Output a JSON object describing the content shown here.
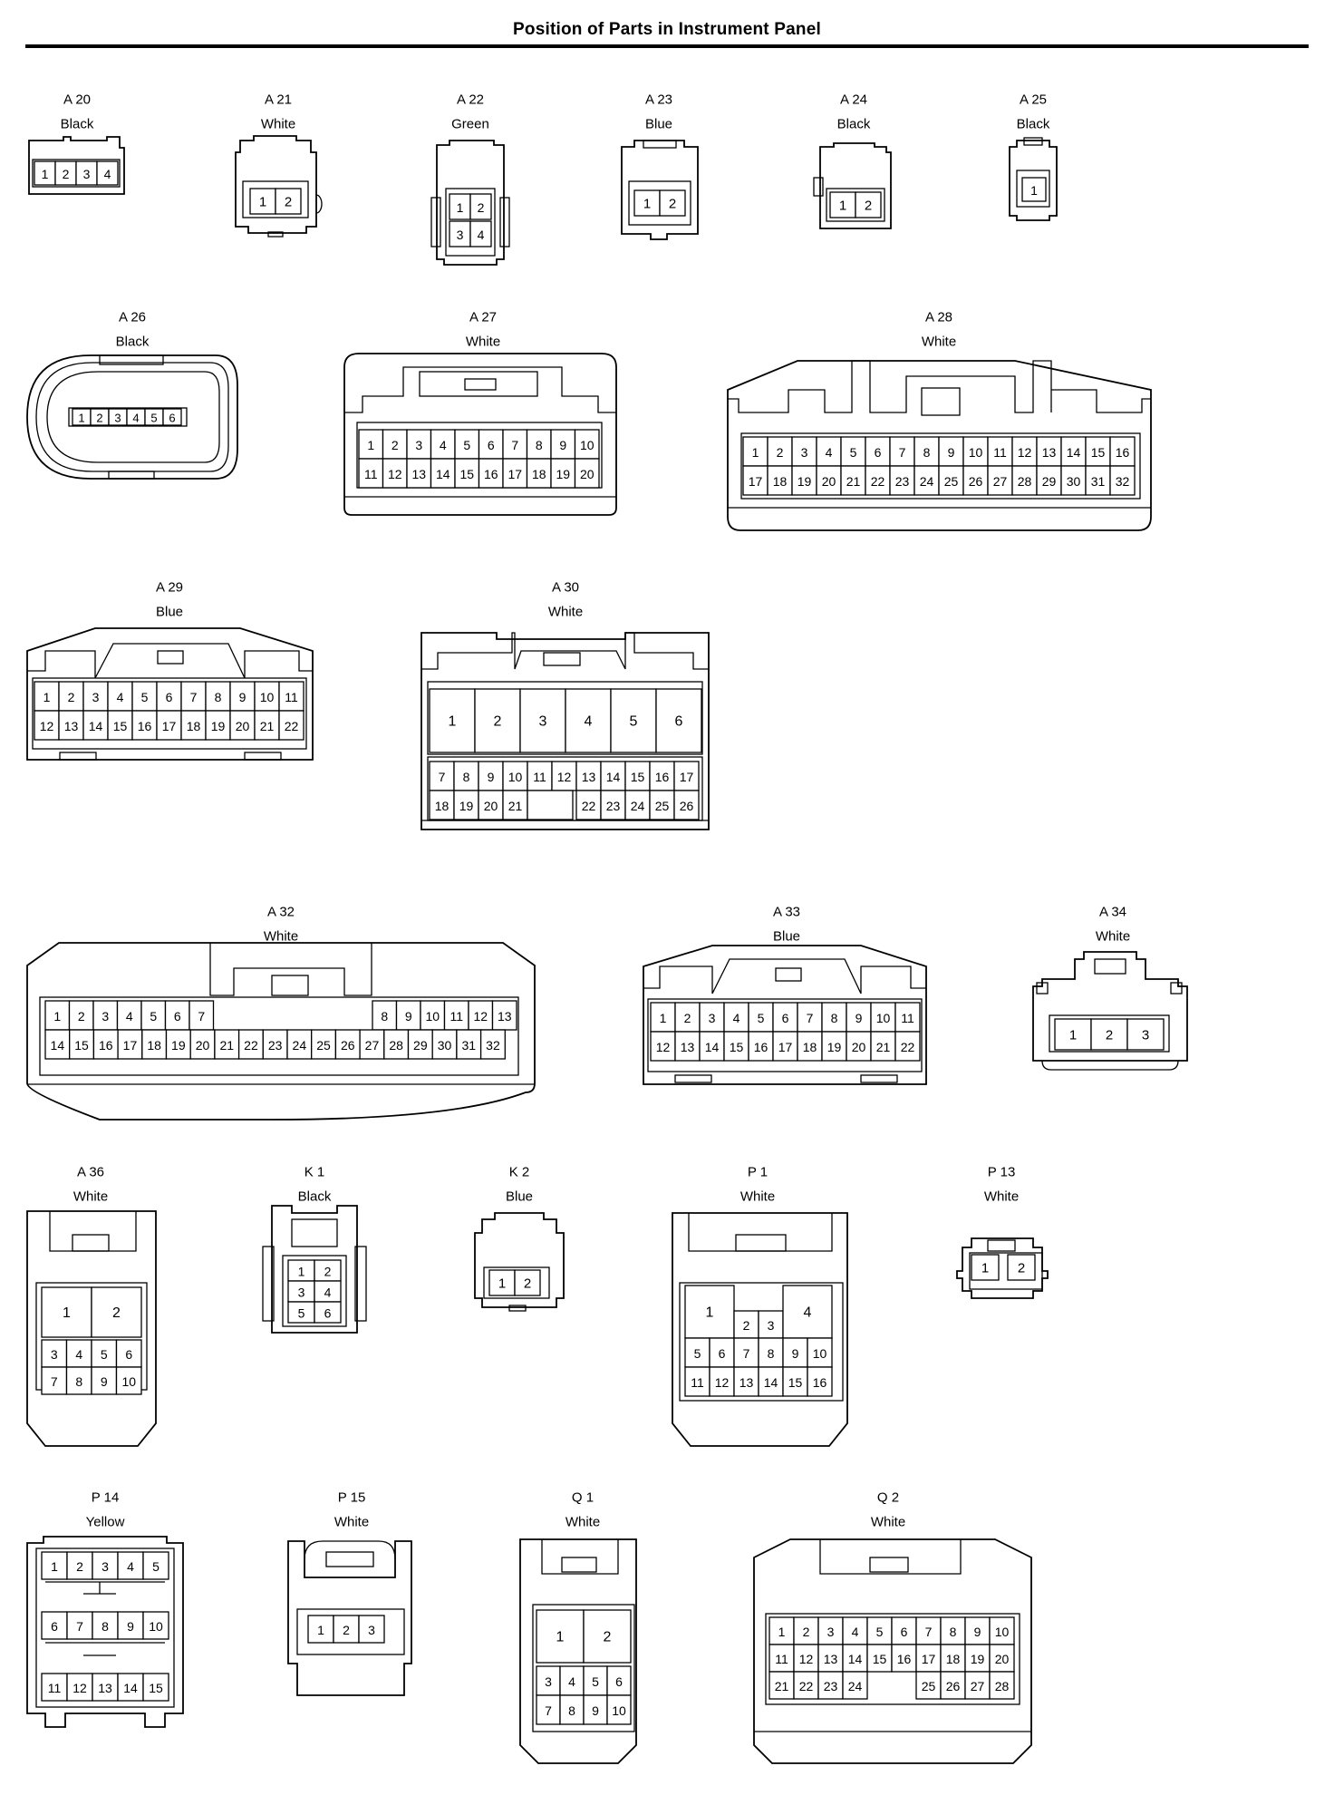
{
  "title": "Position of Parts in Instrument Panel",
  "connectors": [
    {
      "code": "A 20",
      "color": "Black",
      "shape": "small-4",
      "rows": [
        [
          "1",
          "2",
          "3",
          "4"
        ]
      ]
    },
    {
      "code": "A 21",
      "color": "White",
      "shape": "small-2",
      "rows": [
        [
          "1",
          "2"
        ]
      ]
    },
    {
      "code": "A 22",
      "color": "Green",
      "shape": "small-4v",
      "rows": [
        [
          "1",
          "2"
        ],
        [
          "3",
          "4"
        ]
      ]
    },
    {
      "code": "A 23",
      "color": "Blue",
      "shape": "small-2",
      "rows": [
        [
          "1",
          "2"
        ]
      ]
    },
    {
      "code": "A 24",
      "color": "Black",
      "shape": "small-2",
      "rows": [
        [
          "1",
          "2"
        ]
      ]
    },
    {
      "code": "A 25",
      "color": "Black",
      "shape": "small-1",
      "rows": [
        [
          "1"
        ]
      ]
    },
    {
      "code": "A 26",
      "color": "Black",
      "shape": "oval-6",
      "rows": [
        [
          "1",
          "2",
          "3",
          "4",
          "5",
          "6"
        ]
      ]
    },
    {
      "code": "A 27",
      "color": "White",
      "shape": "block",
      "rows": [
        [
          "1",
          "2",
          "3",
          "4",
          "5",
          "6",
          "7",
          "8",
          "9",
          "10"
        ],
        [
          "11",
          "12",
          "13",
          "14",
          "15",
          "16",
          "17",
          "18",
          "19",
          "20"
        ]
      ]
    },
    {
      "code": "A 28",
      "color": "White",
      "shape": "block-wide",
      "rows": [
        [
          "1",
          "2",
          "3",
          "4",
          "5",
          "6",
          "7",
          "8",
          "9",
          "10",
          "11",
          "12",
          "13",
          "14",
          "15",
          "16"
        ],
        [
          "17",
          "18",
          "19",
          "20",
          "21",
          "22",
          "23",
          "24",
          "25",
          "26",
          "27",
          "28",
          "29",
          "30",
          "31",
          "32"
        ]
      ]
    },
    {
      "code": "A 29",
      "color": "Blue",
      "shape": "block",
      "rows": [
        [
          "1",
          "2",
          "3",
          "4",
          "5",
          "6",
          "7",
          "8",
          "9",
          "10",
          "11"
        ],
        [
          "12",
          "13",
          "14",
          "15",
          "16",
          "17",
          "18",
          "19",
          "20",
          "21",
          "22"
        ]
      ]
    },
    {
      "code": "A 30",
      "color": "White",
      "shape": "mixed",
      "rows": [
        [
          "1",
          "2",
          "3",
          "4",
          "5",
          "6"
        ],
        [
          "7",
          "8",
          "9",
          "10",
          "11",
          "12",
          "13",
          "14",
          "15",
          "16",
          "17"
        ],
        [
          "18",
          "19",
          "20",
          "21",
          "",
          "22",
          "23",
          "24",
          "25",
          "26"
        ]
      ]
    },
    {
      "code": "A 32",
      "color": "White",
      "shape": "split",
      "rows": [
        [
          "1",
          "2",
          "3",
          "4",
          "5",
          "6",
          "7",
          "",
          "8",
          "9",
          "10",
          "11",
          "12",
          "13"
        ],
        [
          "14",
          "15",
          "16",
          "17",
          "18",
          "19",
          "20",
          "21",
          "22",
          "23",
          "24",
          "25",
          "26",
          "27",
          "28",
          "29",
          "30",
          "31",
          "32"
        ]
      ]
    },
    {
      "code": "A 33",
      "color": "Blue",
      "shape": "block",
      "rows": [
        [
          "1",
          "2",
          "3",
          "4",
          "5",
          "6",
          "7",
          "8",
          "9",
          "10",
          "11"
        ],
        [
          "12",
          "13",
          "14",
          "15",
          "16",
          "17",
          "18",
          "19",
          "20",
          "21",
          "22"
        ]
      ]
    },
    {
      "code": "A 34",
      "color": "White",
      "shape": "small-3",
      "rows": [
        [
          "1",
          "2",
          "3"
        ]
      ]
    },
    {
      "code": "A 36",
      "color": "White",
      "shape": "tall",
      "rows": [
        [
          "1",
          "2"
        ],
        [
          "3",
          "4",
          "5",
          "6"
        ],
        [
          "7",
          "8",
          "9",
          "10"
        ]
      ]
    },
    {
      "code": "K 1",
      "color": "Black",
      "shape": "small-6",
      "rows": [
        [
          "1",
          "2"
        ],
        [
          "3",
          "4"
        ],
        [
          "5",
          "6"
        ]
      ]
    },
    {
      "code": "K 2",
      "color": "Blue",
      "shape": "small-2",
      "rows": [
        [
          "1",
          "2"
        ]
      ]
    },
    {
      "code": "P 1",
      "color": "White",
      "shape": "tall",
      "rows": [
        [
          "1",
          "2",
          "3",
          "4"
        ],
        [
          "5",
          "6",
          "7",
          "8",
          "9",
          "10"
        ],
        [
          "11",
          "12",
          "13",
          "14",
          "15",
          "16"
        ]
      ]
    },
    {
      "code": "P 13",
      "color": "White",
      "shape": "small-2",
      "rows": [
        [
          "1",
          "2"
        ]
      ]
    },
    {
      "code": "P 14",
      "color": "Yellow",
      "shape": "grid-15",
      "rows": [
        [
          "1",
          "2",
          "3",
          "4",
          "5"
        ],
        [
          "6",
          "7",
          "8",
          "9",
          "10"
        ],
        [
          "11",
          "12",
          "13",
          "14",
          "15"
        ]
      ]
    },
    {
      "code": "P 15",
      "color": "White",
      "shape": "small-3",
      "rows": [
        [
          "1",
          "2",
          "3"
        ]
      ]
    },
    {
      "code": "Q 1",
      "color": "White",
      "shape": "tall",
      "rows": [
        [
          "1",
          "2"
        ],
        [
          "3",
          "4",
          "5",
          "6"
        ],
        [
          "7",
          "8",
          "9",
          "10"
        ]
      ]
    },
    {
      "code": "Q 2",
      "color": "White",
      "shape": "tall-wide",
      "rows": [
        [
          "1",
          "2",
          "3",
          "4",
          "5",
          "6",
          "7",
          "8",
          "9",
          "10"
        ],
        [
          "11",
          "12",
          "13",
          "14",
          "15",
          "16",
          "17",
          "18",
          "19",
          "20"
        ],
        [
          "21",
          "22",
          "23",
          "24",
          "",
          "25",
          "26",
          "27",
          "28"
        ]
      ]
    }
  ]
}
